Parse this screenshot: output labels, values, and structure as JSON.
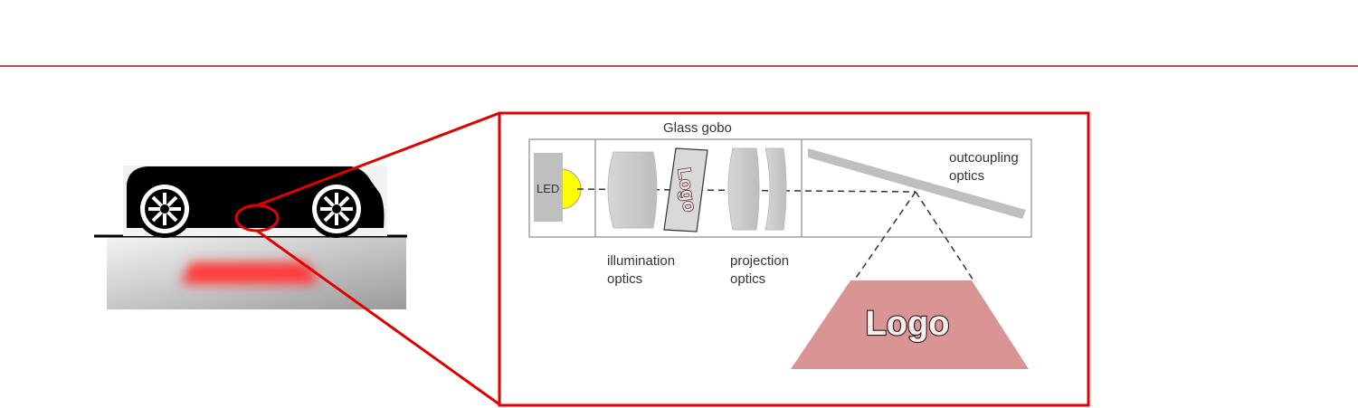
{
  "labels": {
    "glass_gobo": "Glass gobo",
    "led": "LED",
    "illumination_line1": "illumination",
    "illumination_line2": "optics",
    "projection_line1": "projection",
    "projection_line2": "optics",
    "outcoupling_line1": "outcoupling",
    "outcoupling_line2": "optics",
    "gobo_logo": "Logo",
    "projected_logo": "Logo"
  },
  "colors": {
    "accent_red": "#e00000",
    "header_rule": "#c0504d",
    "led_yellow": "#ffff00",
    "optics_gray": "#c0c0c0",
    "projection_pink": "#d99594",
    "car_spot_red": "#ff4040"
  }
}
